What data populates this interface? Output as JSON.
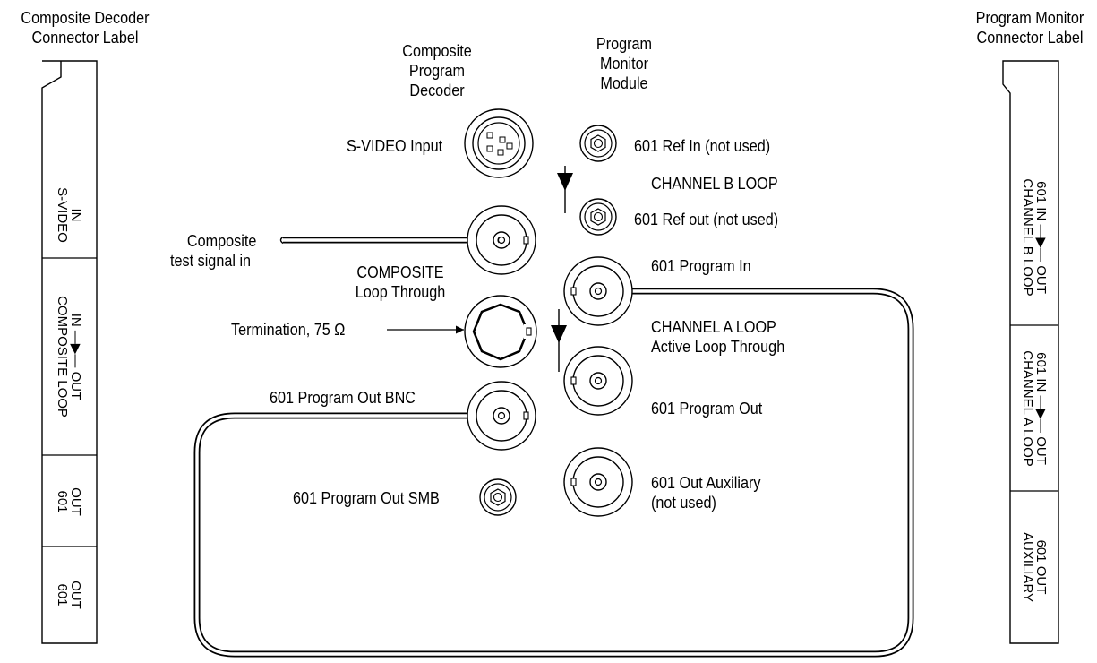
{
  "left_strip": {
    "title_line1": "Composite Decoder",
    "title_line2": "Connector Label",
    "cells": [
      {
        "line1": "IN",
        "line2": "S-VIDEO"
      },
      {
        "line1": "IN ",
        "arrow": "—▶—",
        "line1_end": " OUT",
        "line2": "COMPOSITE LOOP"
      },
      {
        "line1": "OUT",
        "line2": "601"
      },
      {
        "line1": "OUT",
        "line2": "601"
      }
    ]
  },
  "right_strip": {
    "title_line1": "Program Monitor",
    "title_line2": "Connector Label",
    "cells": [
      {
        "line1": "601 IN ",
        "arrow": "—▶—",
        "line1_end": " OUT",
        "line2": "CHANNEL B LOOP"
      },
      {
        "line1": "601 IN ",
        "arrow": "—▶—",
        "line1_end": " OUT",
        "line2": "CHANNEL A LOOP"
      },
      {
        "line1": "601 OUT",
        "line2": "AUXILIARY"
      }
    ]
  },
  "headings": {
    "decoder": [
      "Composite",
      "Program",
      "Decoder"
    ],
    "monitor": [
      "Program",
      "Monitor",
      "Module"
    ]
  },
  "labels": {
    "s_video_input": "S-VIDEO Input",
    "composite_test_1": "Composite",
    "composite_test_2": "test signal in",
    "composite_loop_1": "COMPOSITE",
    "composite_loop_2": "Loop Through",
    "termination": "Termination, 75 Ω",
    "program_out_bnc": "601 Program Out BNC",
    "program_out_smb": "601 Program Out SMB",
    "ref_in": "601 Ref In (not used)",
    "channel_b_loop": "CHANNEL B LOOP",
    "ref_out": "601 Ref out (not used)",
    "program_in": "601 Program In",
    "channel_a_loop_1": "CHANNEL A LOOP",
    "channel_a_loop_2": "Active Loop Through",
    "program_out": "601 Program Out",
    "out_aux_1": "601 Out Auxiliary",
    "out_aux_2": "(not used)"
  },
  "colors": {
    "line": "#000000",
    "background": "#ffffff"
  }
}
